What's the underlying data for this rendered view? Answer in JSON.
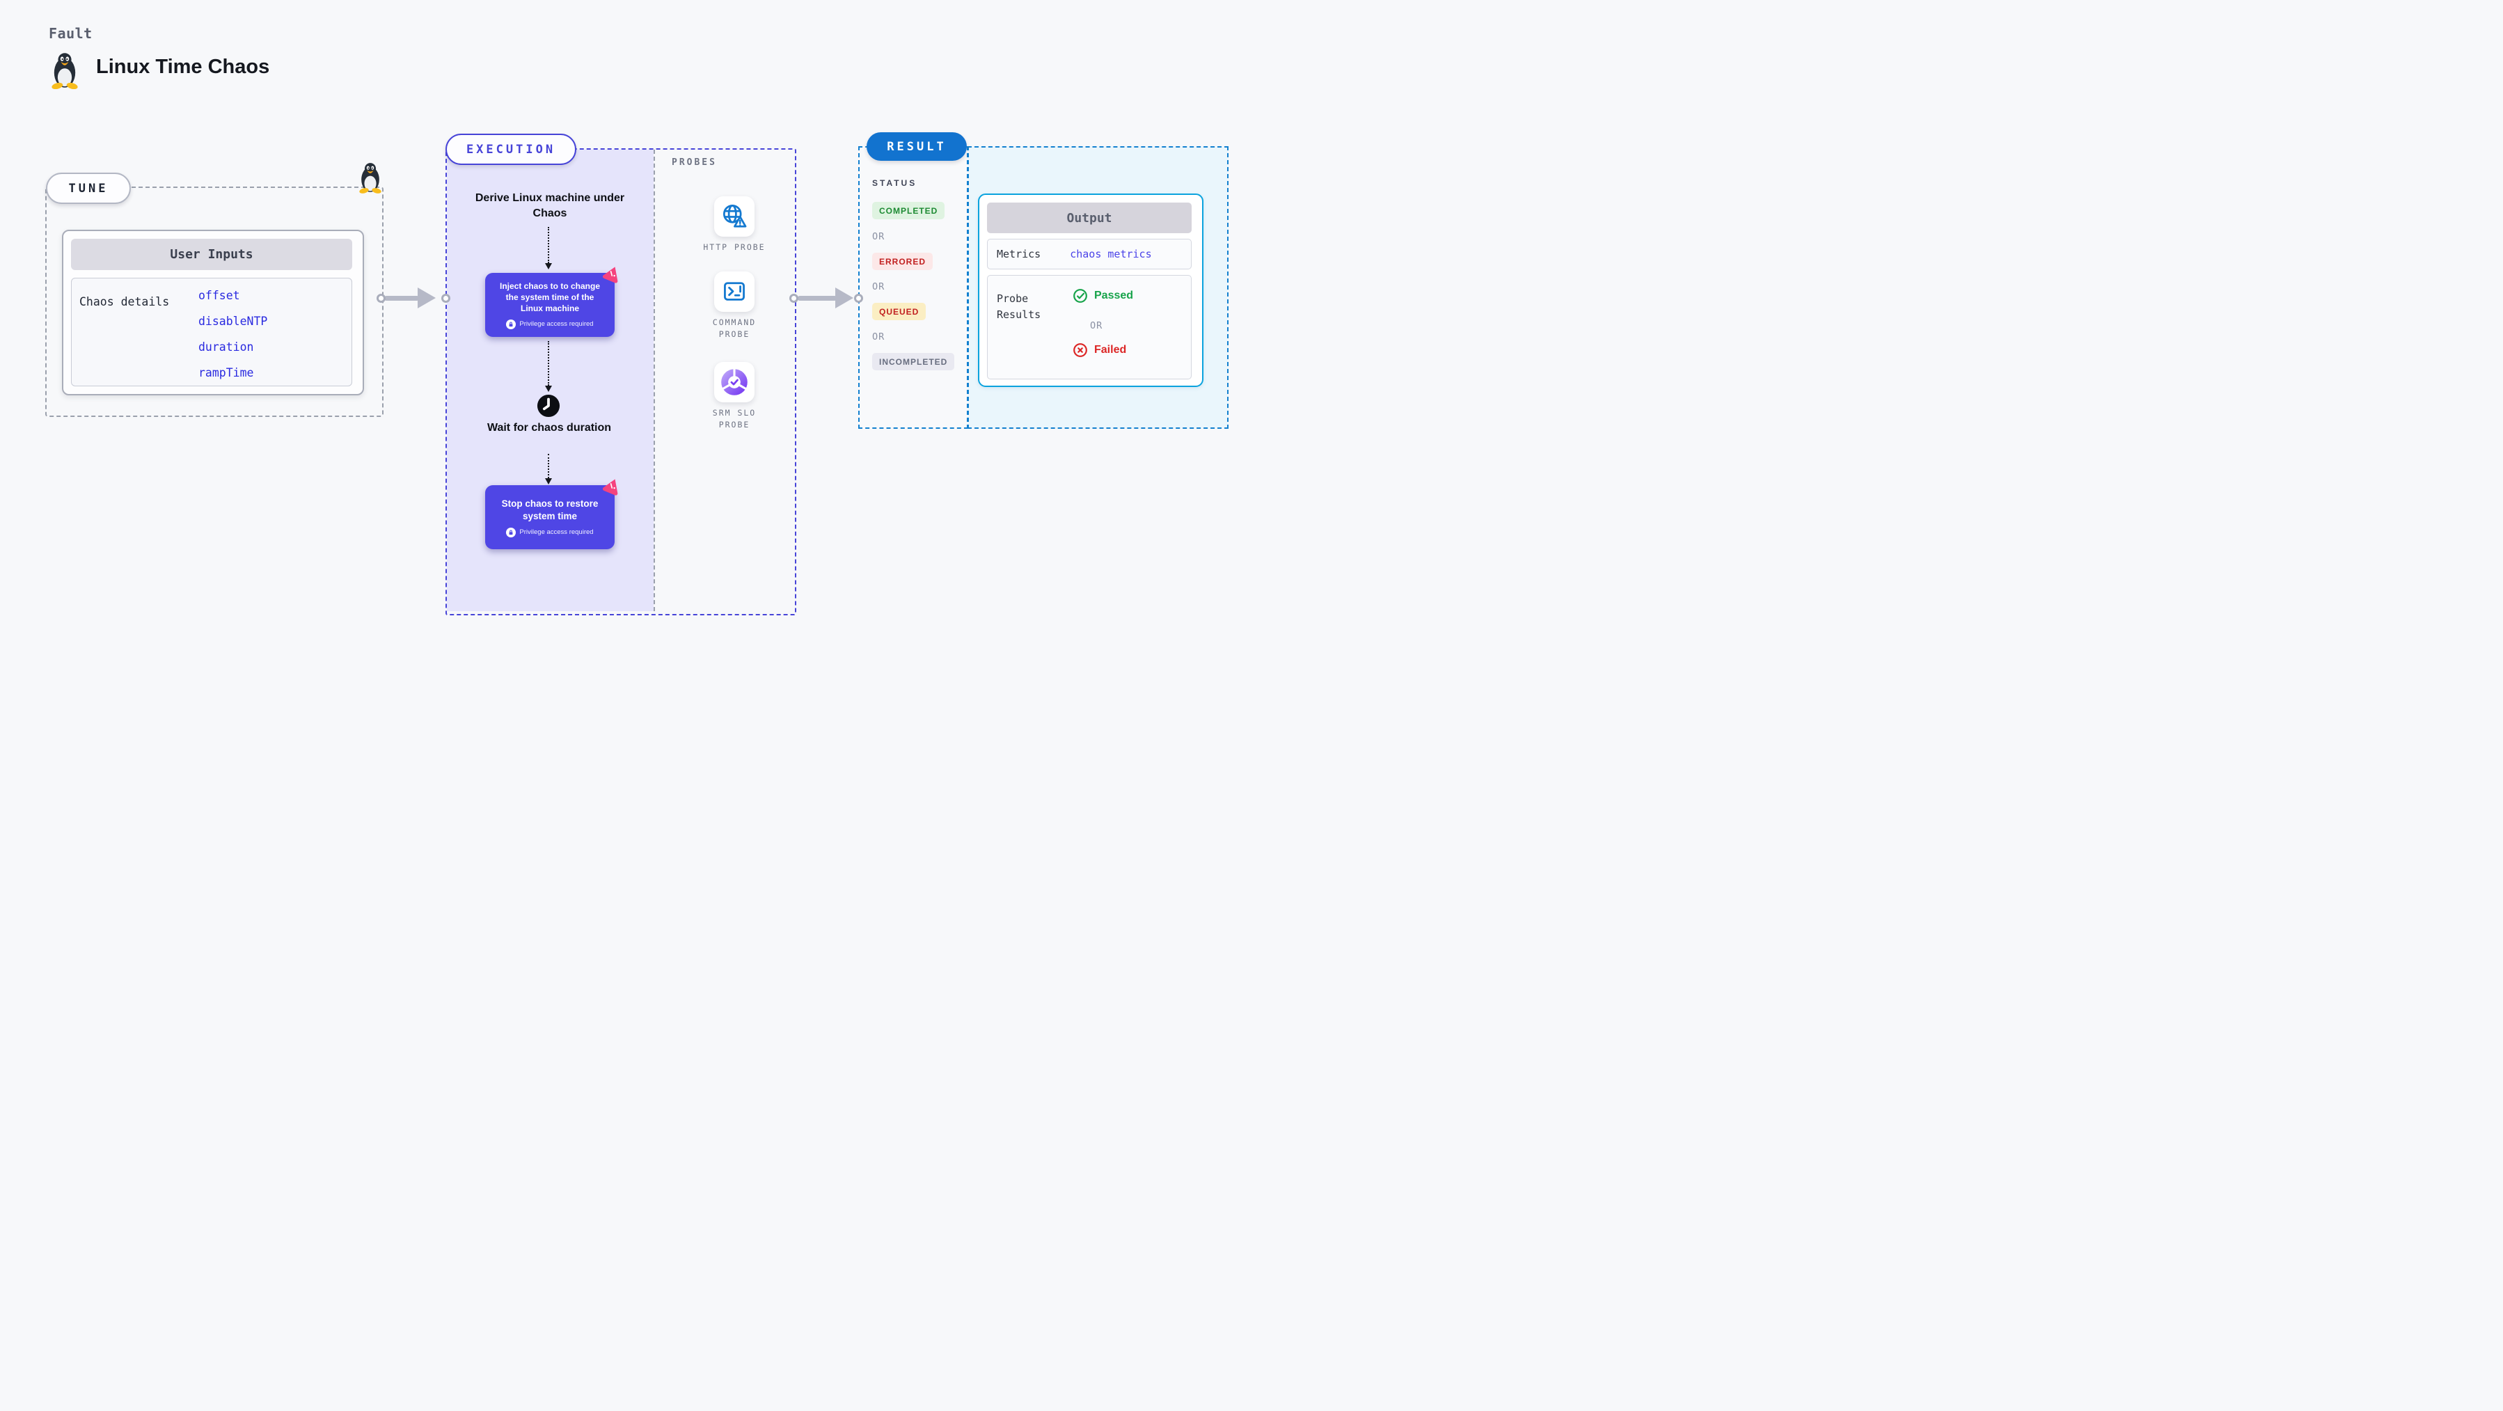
{
  "header": {
    "kicker": "Fault",
    "title": "Linux Time Chaos"
  },
  "tune": {
    "label": "TUNE",
    "card_header": "User Inputs",
    "row_label": "Chaos details",
    "inputs": [
      "offset",
      "disableNTP",
      "duration",
      "rampTime"
    ]
  },
  "execution": {
    "label": "EXECUTION",
    "derive_label": "Derive Linux machine under Chaos",
    "inject_text": "Inject chaos to to change the system time of the Linux machine",
    "wait_label": "Wait for chaos duration",
    "stop_text": "Stop chaos to restore system time",
    "privilege_label": "Privilege access required"
  },
  "probes": {
    "label": "PROBES",
    "items": [
      {
        "name": "HTTP PROBE",
        "icon": "globe-alert-icon"
      },
      {
        "name": "COMMAND PROBE",
        "icon": "terminal-icon"
      },
      {
        "name": "SRM SLO PROBE",
        "icon": "slo-donut-check-icon"
      }
    ]
  },
  "result": {
    "label": "RESULT",
    "status_label": "STATUS",
    "or_label": "OR",
    "statuses": [
      {
        "label": "COMPLETED",
        "color": "#1d8a33",
        "bg": "#dff3e1"
      },
      {
        "label": "ERRORED",
        "color": "#c12020",
        "bg": "#fce8e8"
      },
      {
        "label": "QUEUED",
        "color": "#c12020",
        "bg": "#fbeec3"
      },
      {
        "label": "INCOMPLETED",
        "color": "#686e80",
        "bg": "#e9e9f1"
      }
    ],
    "output": {
      "header": "Output",
      "metrics_label": "Metrics",
      "metrics_value": "chaos metrics",
      "probe_results_label": "Probe Results",
      "passed_label": "Passed",
      "failed_label": "Failed"
    }
  },
  "colors": {
    "page_bg": "#f7f8fa",
    "execution_accent": "#4744d8",
    "execution_fill": "#e5e4fb",
    "chaos_card": "#4f46e5",
    "litmus_pink": "#f5437e",
    "probe_blue": "#1479d0",
    "result_pill": "#1273cf",
    "result_dash": "#1380cf",
    "result_fill": "#eaf6fc",
    "output_border": "#0ba3de",
    "passed_green": "#17a34a",
    "failed_red": "#dc2626",
    "link_blue": "#2a2ae0"
  }
}
